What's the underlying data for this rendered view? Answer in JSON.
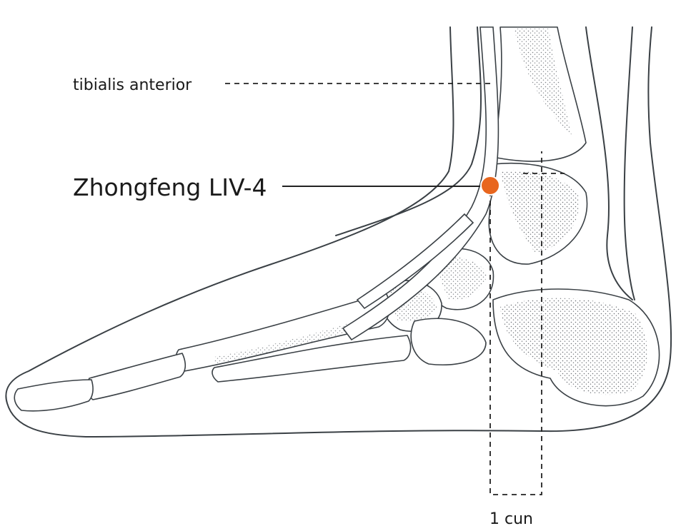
{
  "labels": {
    "tendon": "tibialis anterior",
    "point": "Zhongfeng LIV-4",
    "measure": "1 cun"
  },
  "colors": {
    "point_marker": "#e8661e",
    "ink": "#3a4045"
  }
}
